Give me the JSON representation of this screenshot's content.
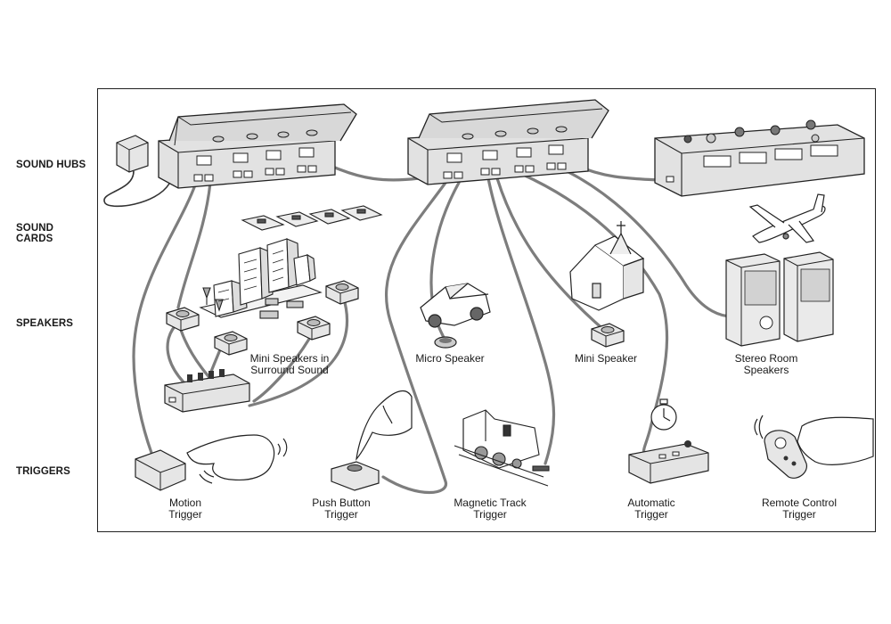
{
  "row_labels": {
    "sound_hubs": "SOUND HUBS",
    "sound_cards": "SOUND CARDS",
    "speakers": "SPEAKERS",
    "triggers": "TRIGGERS"
  },
  "captions": {
    "mini_surround": [
      "Mini Speakers in",
      "Surround Sound"
    ],
    "micro_speaker": [
      "Micro Speaker"
    ],
    "mini_speaker": [
      "Mini Speaker"
    ],
    "stereo_room": [
      "Stereo Room",
      "Speakers"
    ],
    "motion_trigger": [
      "Motion",
      "Trigger"
    ],
    "push_button_trigger": [
      "Push Button",
      "Trigger"
    ],
    "magnetic_track_trigger": [
      "Magnetic Track",
      "Trigger"
    ],
    "automatic_trigger": [
      "Automatic",
      "Trigger"
    ],
    "remote_control_trigger": [
      "Remote Control",
      "Trigger"
    ]
  },
  "colors": {
    "ink": "#222222",
    "device_fill": "#e6e6e6",
    "device_shade": "#c9c9c9",
    "cable": "#8a8a8a"
  }
}
